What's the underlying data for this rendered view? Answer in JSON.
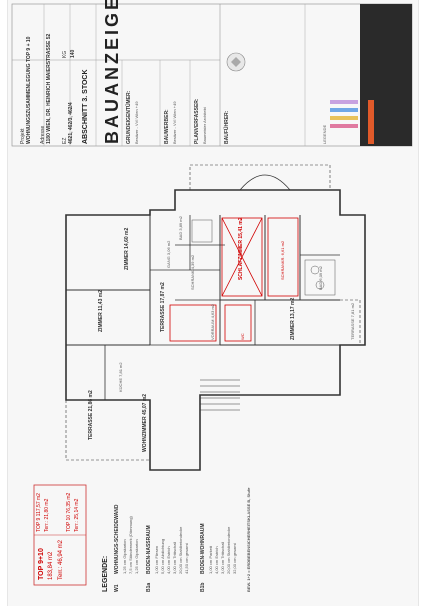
{
  "title_block": {
    "project_label": "Projekt",
    "project": "WOHNUNGSZUSAMMENLEGUNG TOP 9 + 10",
    "address_label": "Adresse",
    "address": "1180 WIEN, DR. HEINRICH MAIERSTRASSE 52",
    "parcel_label": "EZ",
    "parcel": "4621, 462/3, 462/4",
    "kg_label": "KG",
    "kg": "140",
    "section": "ABSCHNITT 3. STOCK",
    "sheet_title": "BAUANZEIGE",
    "owner_heading": "GRUNDEIGENTÜMER:",
    "owner_text": "Besitzer - VVI Wien +49",
    "builder_heading": "BAUWERBER:",
    "builder_text": "Besitzer - VVI Wien +49",
    "planner_heading": "PLANVERFASSER:",
    "planner_text": "Baumeister Architekt",
    "site_heading": "BAUFÜHRER:",
    "legend_label": "LEGENDE"
  },
  "rooms": {
    "terrasse_top": "TERRASSE",
    "terrasse_top_area": "17,87 m2",
    "zimmer_1": "ZIMMER",
    "zimmer_1_area": "14,60 m2",
    "bad_1": "BAD",
    "bad_1_area": "3,89 m2",
    "gang": "GANG",
    "gang_area": "3,06 m2",
    "schrank": "SCHRANK",
    "schrank_area": "4,39 m2",
    "schlafzimmer": "SCHLAFZIMMER",
    "schlafzimmer_area": "15,41 m2",
    "schrankr": "SCHRANKR.",
    "schrankr_area": "6,61 m2",
    "bad_2": "BAD",
    "bad_2_area": "6,09 m2",
    "zimmer_2": "ZIMMER",
    "zimmer_2_area": "11,43 m2",
    "vorraum": "VORRAUM",
    "vorraum_area": "4,63 m2",
    "wc": "WC",
    "zimmer_3": "ZIMMER",
    "zimmer_3_area": "13,17 m2",
    "terrasse_right": "TERRASSE",
    "terrasse_right_area": "7,81 m2",
    "kueche": "KÜCHE",
    "kueche_area": "7,81 m2",
    "terrasse_left": "TERRASSE",
    "terrasse_left_area": "21,86 m2",
    "wohnzimmer": "WOHNZIMMER",
    "wohnzimmer_area": "45,07 m2"
  },
  "top_summary": {
    "heading": "TOP 9+10",
    "total": "183,84 m2",
    "terr": "Terr.: 46,94 m2",
    "top9": "TOP 9",
    "top9_area": "117,57 m2",
    "top9_terr": "Terr.: 21,80 m2",
    "top10": "TOP 10",
    "top10_area": "76,35 m2",
    "top10_terr": "Terr.: 25,14 m2"
  },
  "legend": {
    "title": "LEGENDE:",
    "w1_code": "W1",
    "w1_title": "WOHNUNGS-SCHEIDEWAND",
    "w1_lines": [
      "1,25 cm  Gipskarton",
      "7,5 cm  Ständerwerk (Dämmung)",
      "1,25 cm  Gipskarton"
    ],
    "b1_code": "B1a",
    "b1_title": "BODEN-NASSRAUM",
    "b1_lines": [
      "1,00 cm  Fliesen",
      "5,00 cm  Abdichtung",
      "4,00 cm  Estrich",
      "3,00 cm  Trittschall",
      "20,00 cm  Stahlbetondecke",
      "41,50 cm  gesamt"
    ],
    "b2_code": "B1b",
    "b2_title": "BODEN-WOHNRAUM",
    "b2_lines": [
      "1,00 cm  Parkett",
      "4,00 cm  Estrich",
      "3,00 cm  Trittschall",
      "20,00 cm  Stahlbetondecke",
      "32,00 cm  gesamt"
    ],
    "footer": "BEW. 1+2 = ERDBEBENSICHERHEITSKLASSE B, Stufe"
  }
}
